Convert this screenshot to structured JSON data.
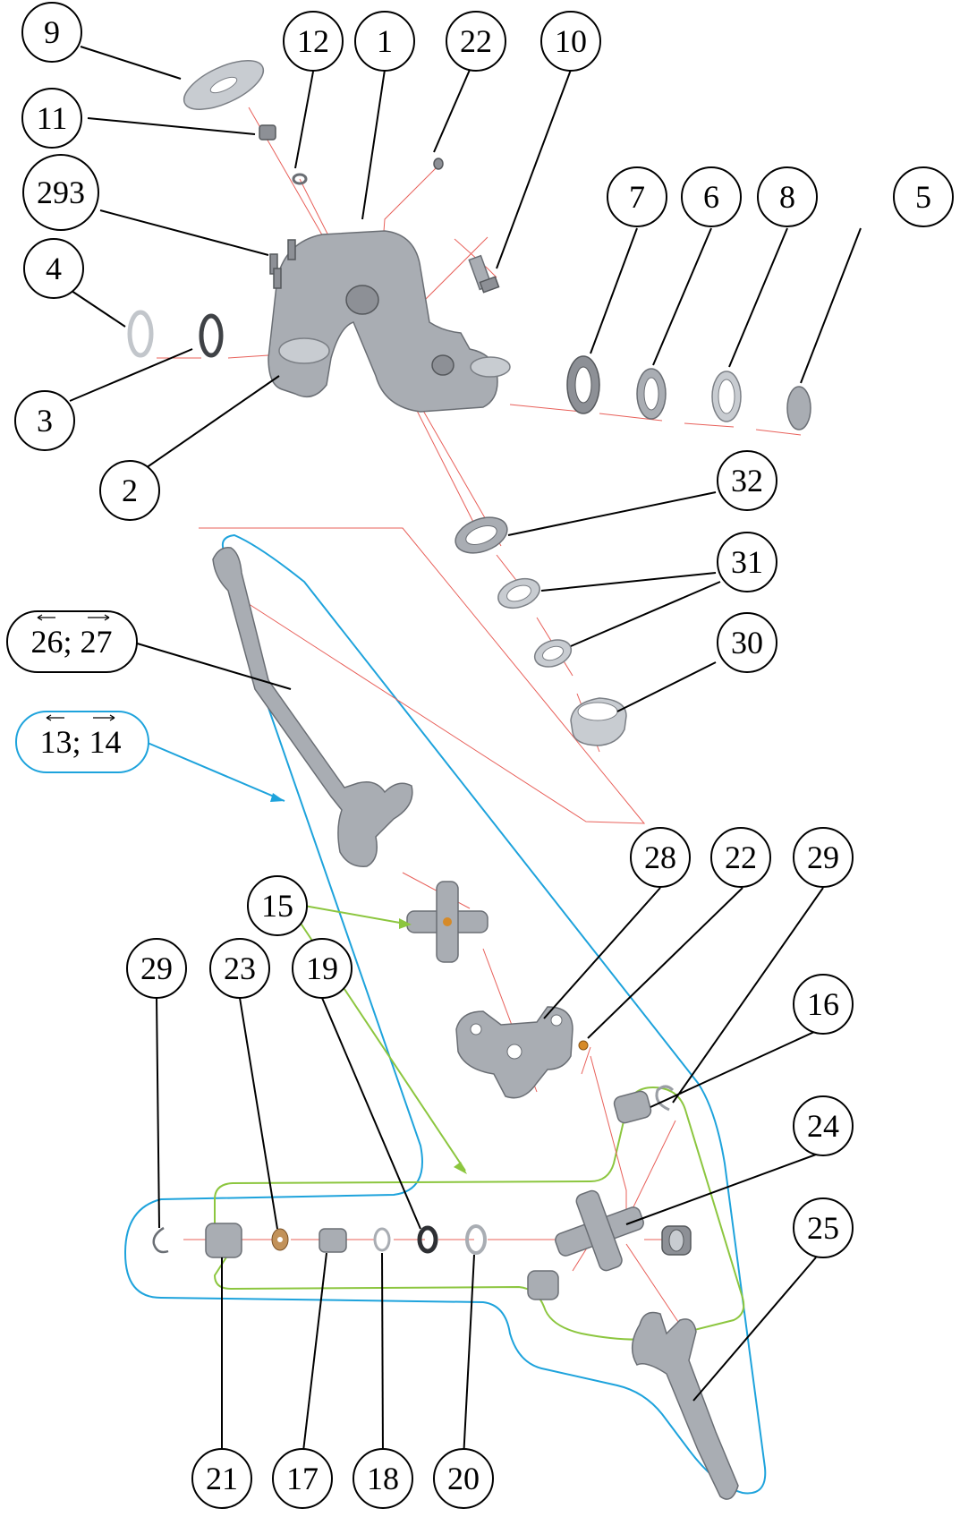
{
  "callouts": [
    {
      "id": "c9",
      "label": "9"
    },
    {
      "id": "c12",
      "label": "12"
    },
    {
      "id": "c1",
      "label": "1"
    },
    {
      "id": "c22a",
      "label": "22"
    },
    {
      "id": "c10",
      "label": "10"
    },
    {
      "id": "c11",
      "label": "11"
    },
    {
      "id": "c293",
      "label": "293"
    },
    {
      "id": "c7",
      "label": "7"
    },
    {
      "id": "c6",
      "label": "6"
    },
    {
      "id": "c8",
      "label": "8"
    },
    {
      "id": "c5",
      "label": "5"
    },
    {
      "id": "c4",
      "label": "4"
    },
    {
      "id": "c3",
      "label": "3"
    },
    {
      "id": "c2",
      "label": "2"
    },
    {
      "id": "c32",
      "label": "32"
    },
    {
      "id": "c31",
      "label": "31"
    },
    {
      "id": "c30",
      "label": "30"
    },
    {
      "id": "c28",
      "label": "28"
    },
    {
      "id": "c22b",
      "label": "22"
    },
    {
      "id": "c29a",
      "label": "29"
    },
    {
      "id": "c15",
      "label": "15"
    },
    {
      "id": "c16",
      "label": "16"
    },
    {
      "id": "c29b",
      "label": "29"
    },
    {
      "id": "c23",
      "label": "23"
    },
    {
      "id": "c19",
      "label": "19"
    },
    {
      "id": "c24",
      "label": "24"
    },
    {
      "id": "c25",
      "label": "25"
    },
    {
      "id": "c21",
      "label": "21"
    },
    {
      "id": "c17",
      "label": "17"
    },
    {
      "id": "c18",
      "label": "18"
    },
    {
      "id": "c20",
      "label": "20"
    }
  ],
  "pill_labels": [
    {
      "id": "p2627",
      "label": "26; 27"
    },
    {
      "id": "p1314",
      "label": "13; 14"
    }
  ],
  "colors": {
    "outline_blue": "#1ea3dc",
    "outline_green": "#8cc63f",
    "assembly_red": "#e8605a",
    "leader_black": "#000000"
  }
}
